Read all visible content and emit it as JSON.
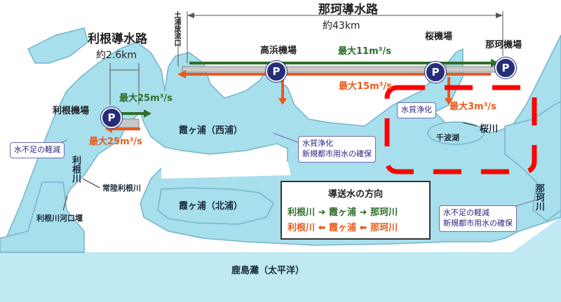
{
  "titles": {
    "naka_canal": "那珂導水路",
    "naka_length": "約43km",
    "tone_canal": "利根導水路",
    "tone_length": "約2.6km",
    "outlet": "土浦放流口"
  },
  "stations": {
    "tone": "利根機場",
    "takahama": "高浜機場",
    "sakura": "桜機場",
    "naka": "那珂機場"
  },
  "flows": {
    "naka_green": "最大11m³/s",
    "naka_orange": "最大15m³/s",
    "tone_green": "最大25m³/s",
    "tone_orange": "最大25m³/s",
    "sakura_orange": "最大3m³/s"
  },
  "water": {
    "kasumigaura_west": "霞ヶ浦（西浦）",
    "kasumigaura_north": "霞ヶ浦（北浦）",
    "hitachi_tone": "常陸利根川",
    "tone_mouth": "利根川河口堰",
    "kashima": "鹿島灘（太平洋）",
    "senba": "千波湖",
    "sakuragawa": "桜川",
    "tone_river": "利根川",
    "naka_river": "那珂川"
  },
  "callouts": {
    "shortage": "水不足の軽減",
    "purify_left": "水質浄化",
    "purify_mid_1": "水質浄化",
    "purify_mid_2": "新規都市用水の確保",
    "right_1": "水不足の軽減",
    "right_2": "新規都市用水の確保"
  },
  "legend": {
    "title": "導送水の方向",
    "g1": "利根川",
    "g2": "霞ヶ浦",
    "g3": "那珂川",
    "o1": "利根川",
    "o2": "霞ヶ浦",
    "o3": "那珂川",
    "arrow_right": "➜",
    "arrow_left": "⬅"
  },
  "pin": "P",
  "colors": {
    "water": "#a8dfec",
    "water_edge": "#74b4cb",
    "green": "#2e6e2a",
    "orange": "#ea5a1c",
    "pin": "#262e7a",
    "highlight": "#ff0000"
  }
}
